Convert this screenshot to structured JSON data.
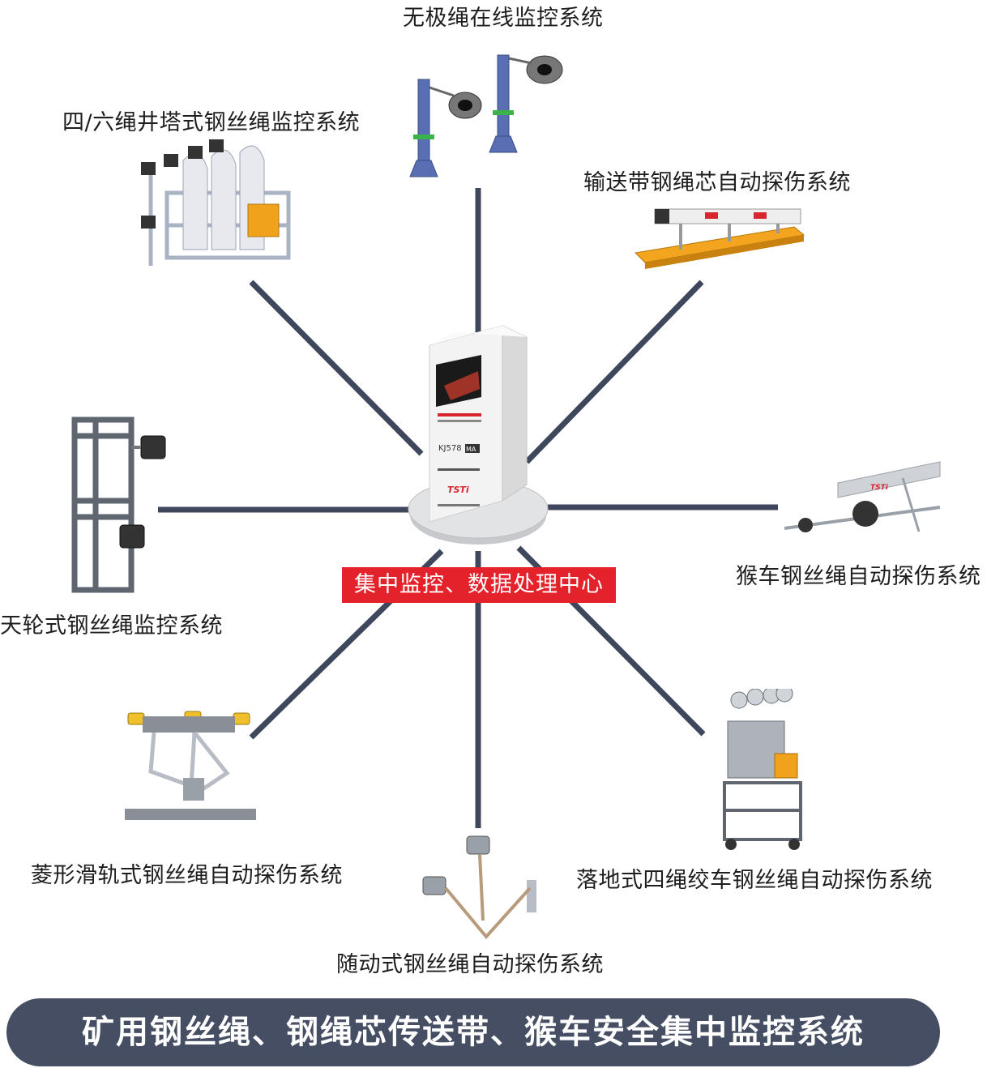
{
  "center": {
    "label": "集中监控、数据处理中心",
    "cabinet_model": "KJ578",
    "cabinet_mark": "MA",
    "cabinet_brand": "TSTi"
  },
  "systems": {
    "endless_rope": "无极绳在线监控系统",
    "tower_rope": "四/六绳井塔式钢丝绳监控系统",
    "conveyor": "输送带钢绳芯自动探伤系统",
    "sheave": "天轮式钢丝绳监控系统",
    "monkey_car": "猴车钢丝绳自动探伤系统",
    "rhombic_rail": "菱形滑轨式钢丝绳自动探伤系统",
    "follower": "随动式钢丝绳自动探伤系统",
    "floor_winch": "落地式四绳绞车钢丝绳自动探伤系统"
  },
  "footer": {
    "title": "矿用钢丝绳、钢绳芯传送带、猴车安全集中监控系统"
  },
  "colors": {
    "line": "#3f475d",
    "badge": "#e4222b",
    "footer": "#454e63",
    "brand_red": "#d7262e",
    "device_orange": "#f0a21c"
  }
}
